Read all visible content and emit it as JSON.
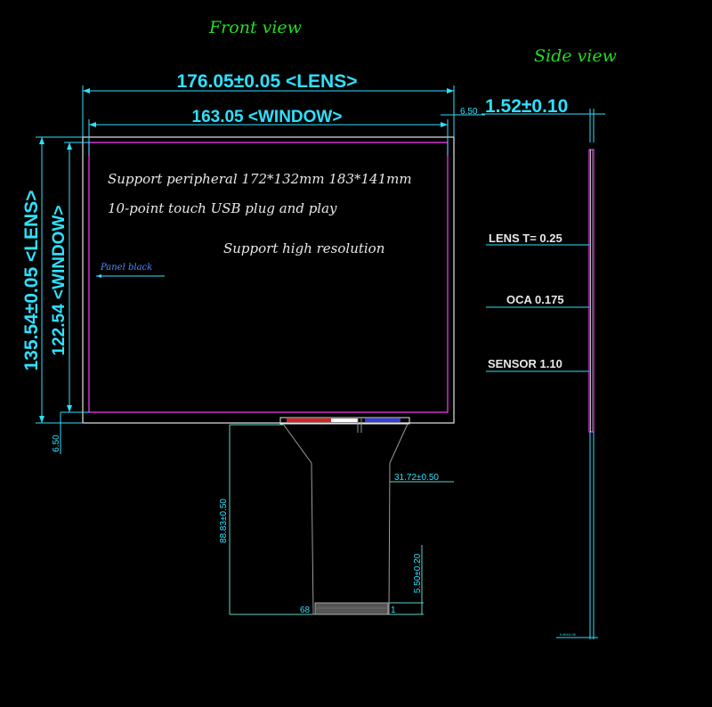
{
  "titles": {
    "front": "Front view",
    "side": "Side view"
  },
  "dimensions": {
    "lens_width": "176.05±0.05 <LENS>",
    "window_width": "163.05 <WINDOW>",
    "lens_height": "135.54±0.05 <LENS>",
    "window_height": "122.54 <WINDOW>",
    "top_margin": "6.50",
    "left_margin": "6.50",
    "side_thickness": "1.52±0.10",
    "fpc_width": "31.72±0.50",
    "fpc_length": "88.83±0.50",
    "pad_height": "5.50±0.20",
    "pin_last": "68",
    "pin_first": "1",
    "side_bottom_mark": "0.80±0.05"
  },
  "notes": {
    "line1": "Support peripheral 172*132mm 183*141mm",
    "line2": "10-point touch USB plug and play",
    "line3": "Support high resolution",
    "panel": "Panel black"
  },
  "layers": {
    "lens": "LENS T= 0.25",
    "oca": "OCA 0.175",
    "sensor": "SENSOR 1.10"
  },
  "colors": {
    "dimension": "#2fe0ff",
    "title": "#22dd22",
    "window": "#ff3cff",
    "outline": "#e6e6e6"
  }
}
